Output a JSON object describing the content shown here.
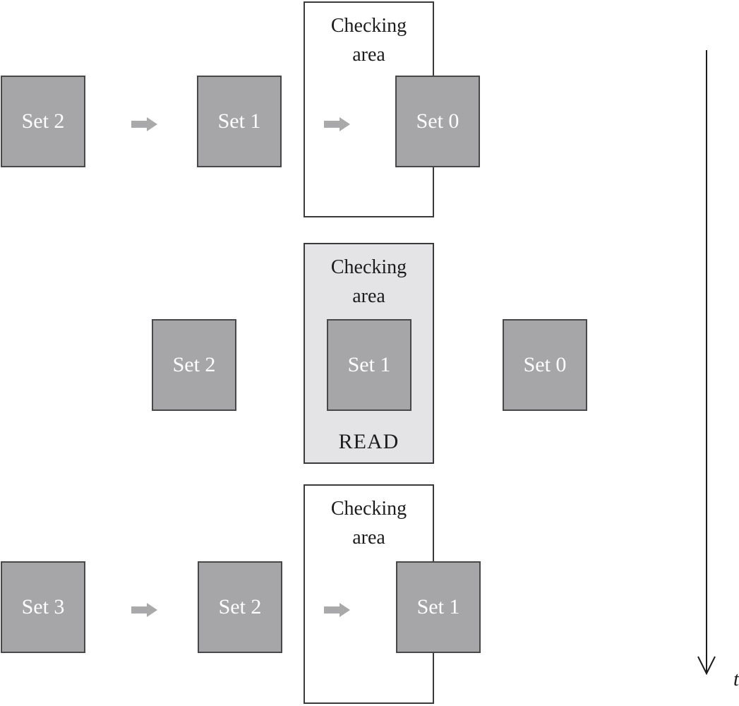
{
  "figure": {
    "time_axis": {
      "label": "t"
    },
    "colors": {
      "background": "#ffffff",
      "set_box_fill": "#a6a6a8",
      "set_box_border": "#48484a",
      "set_box_text": "#ffffff",
      "checking_area_fill_idle": "#ffffff",
      "checking_area_fill_active": "#e4e4e6",
      "checking_area_border": "#3a3a3c",
      "block_arrow": "#a9a9ab",
      "dark_text": "#1c1c1c"
    },
    "stages": [
      {
        "checking_label": "Checking area",
        "checking_state": "",
        "boxes": [
          "Set 2",
          "Set 1",
          "Set 0"
        ]
      },
      {
        "checking_label": "Checking area",
        "checking_state": "READ",
        "boxes": [
          "Set 2",
          "Set 1",
          "Set 0"
        ]
      },
      {
        "checking_label": "Checking area",
        "checking_state": "",
        "boxes": [
          "Set 3",
          "Set 2",
          "Set 1"
        ]
      }
    ]
  }
}
